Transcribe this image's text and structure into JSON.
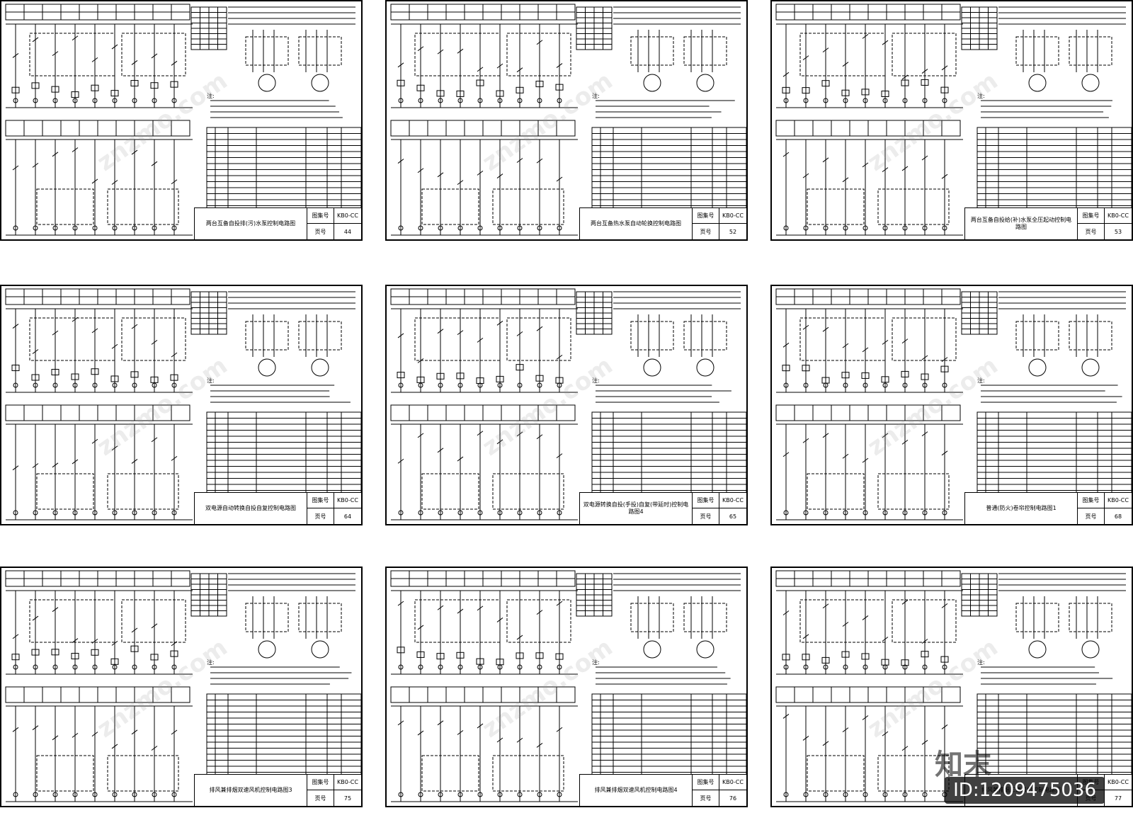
{
  "sheets": [
    {
      "title": "两台互备自投排(污)水泵控制电路图",
      "atlas_label": "图集号",
      "atlas_no": "KB0-CC",
      "page_label": "页号",
      "page_no": "44"
    },
    {
      "title": "两台互备热水泵自动轮换控制电路图",
      "atlas_label": "图集号",
      "atlas_no": "KB0-CC",
      "page_label": "页号",
      "page_no": "52"
    },
    {
      "title": "两台互备自投给(补)水泵全压起动控制电路图",
      "atlas_label": "图集号",
      "atlas_no": "KB0-CC",
      "page_label": "页号",
      "page_no": "53"
    },
    {
      "title": "双电源自动转换自投自复控制电路图",
      "atlas_label": "图集号",
      "atlas_no": "KB0-CC",
      "page_label": "页号",
      "page_no": "64"
    },
    {
      "title": "双电源转换自投(手投)自复(带延时)控制电路图4",
      "atlas_label": "图集号",
      "atlas_no": "KB0-CC",
      "page_label": "页号",
      "page_no": "65"
    },
    {
      "title": "普通(防火)卷帘控制电路图1",
      "atlas_label": "图集号",
      "atlas_no": "KB0-CC",
      "page_label": "页号",
      "page_no": "68"
    },
    {
      "title": "排风兼排烟双速风机控制电路图3",
      "atlas_label": "图集号",
      "atlas_no": "KB0-CC",
      "page_label": "页号",
      "page_no": "75"
    },
    {
      "title": "排风兼排烟双速风机控制电路图4",
      "atlas_label": "图集号",
      "atlas_no": "KB0-CC",
      "page_label": "页号",
      "page_no": "76"
    },
    {
      "title": "排风兼排烟三速风机控制电路图",
      "atlas_label": "图集号",
      "atlas_no": "KB0-CC",
      "page_label": "页号",
      "page_no": "77"
    }
  ],
  "notes_heading": "注:",
  "watermark_text": "znzmo.com",
  "image_id": "ID:1209475036",
  "logo_text": "知末",
  "colors": {
    "line": "#000000",
    "background": "#ffffff"
  }
}
